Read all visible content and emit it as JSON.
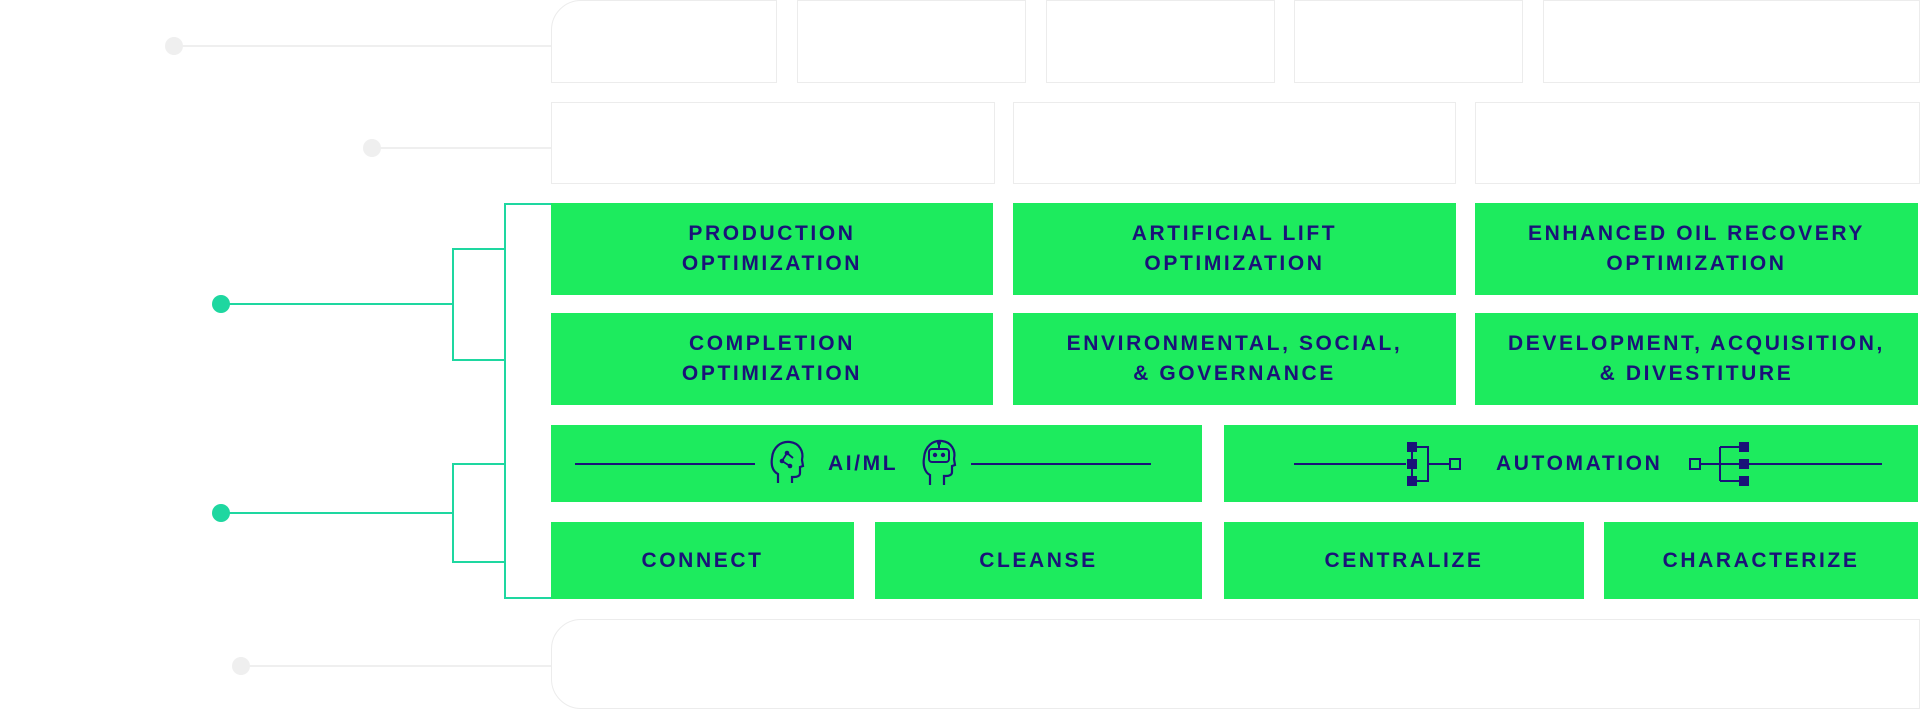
{
  "colors": {
    "block_fill": "#1deb5e",
    "text": "#1a1278",
    "connector": "#1ed7a0",
    "ghost_border": "#ececec",
    "background": "#ffffff"
  },
  "rows": {
    "solutions_top": [
      "PRODUCTION\nOPTIMIZATION",
      "ARTIFICIAL LIFT\nOPTIMIZATION",
      "ENHANCED OIL RECOVERY\nOPTIMIZATION"
    ],
    "solutions_bottom": [
      "COMPLETION\nOPTIMIZATION",
      "ENVIRONMENTAL, SOCIAL,\n& GOVERNANCE",
      "DEVELOPMENT, ACQUISITION,\n& DIVESTITURE"
    ],
    "capabilities": [
      "AI/ML",
      "AUTOMATION"
    ],
    "foundation": [
      "CONNECT",
      "CLEANSE",
      "CENTRALIZE",
      "CHARACTERIZE"
    ]
  },
  "icons": {
    "aiml_left": "head-circuit-icon",
    "aiml_right": "head-robot-icon",
    "automation_left": "process-flow-icon",
    "automation_right": "process-flow-icon"
  }
}
